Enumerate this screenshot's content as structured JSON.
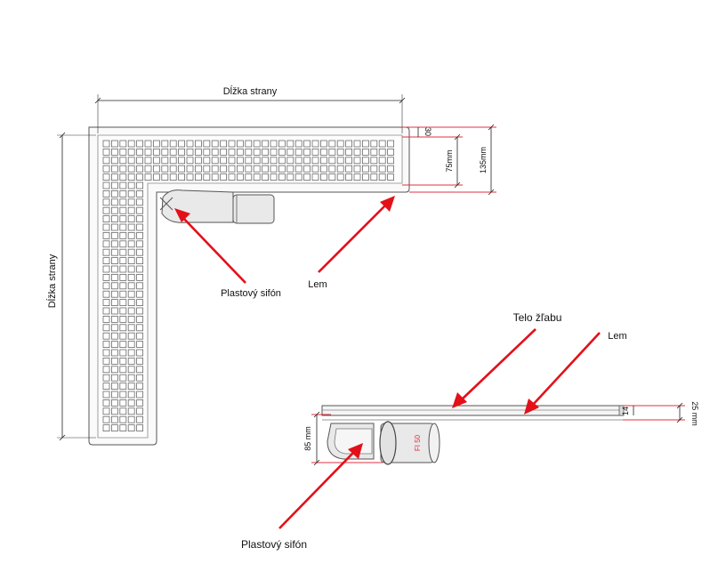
{
  "labels": {
    "top_length": "Dĺžka strany",
    "side_length": "Dĺžka strany",
    "siphon_top": "Plastový sifón",
    "rim_top": "Lem",
    "drain_body": "Telo žľabu",
    "rim_bottom": "Lem",
    "siphon_bottom": "Plastový sifón"
  },
  "dimensions": {
    "d30": "30",
    "d75": "75mm",
    "d135": "135mm",
    "d14": "14",
    "d25": "25 mm",
    "d85": "85 mm",
    "pipe_diameter": "FI 50"
  },
  "colors": {
    "arrow": "#e3101a",
    "dimension_red": "#e03040",
    "outline": "#555555"
  }
}
